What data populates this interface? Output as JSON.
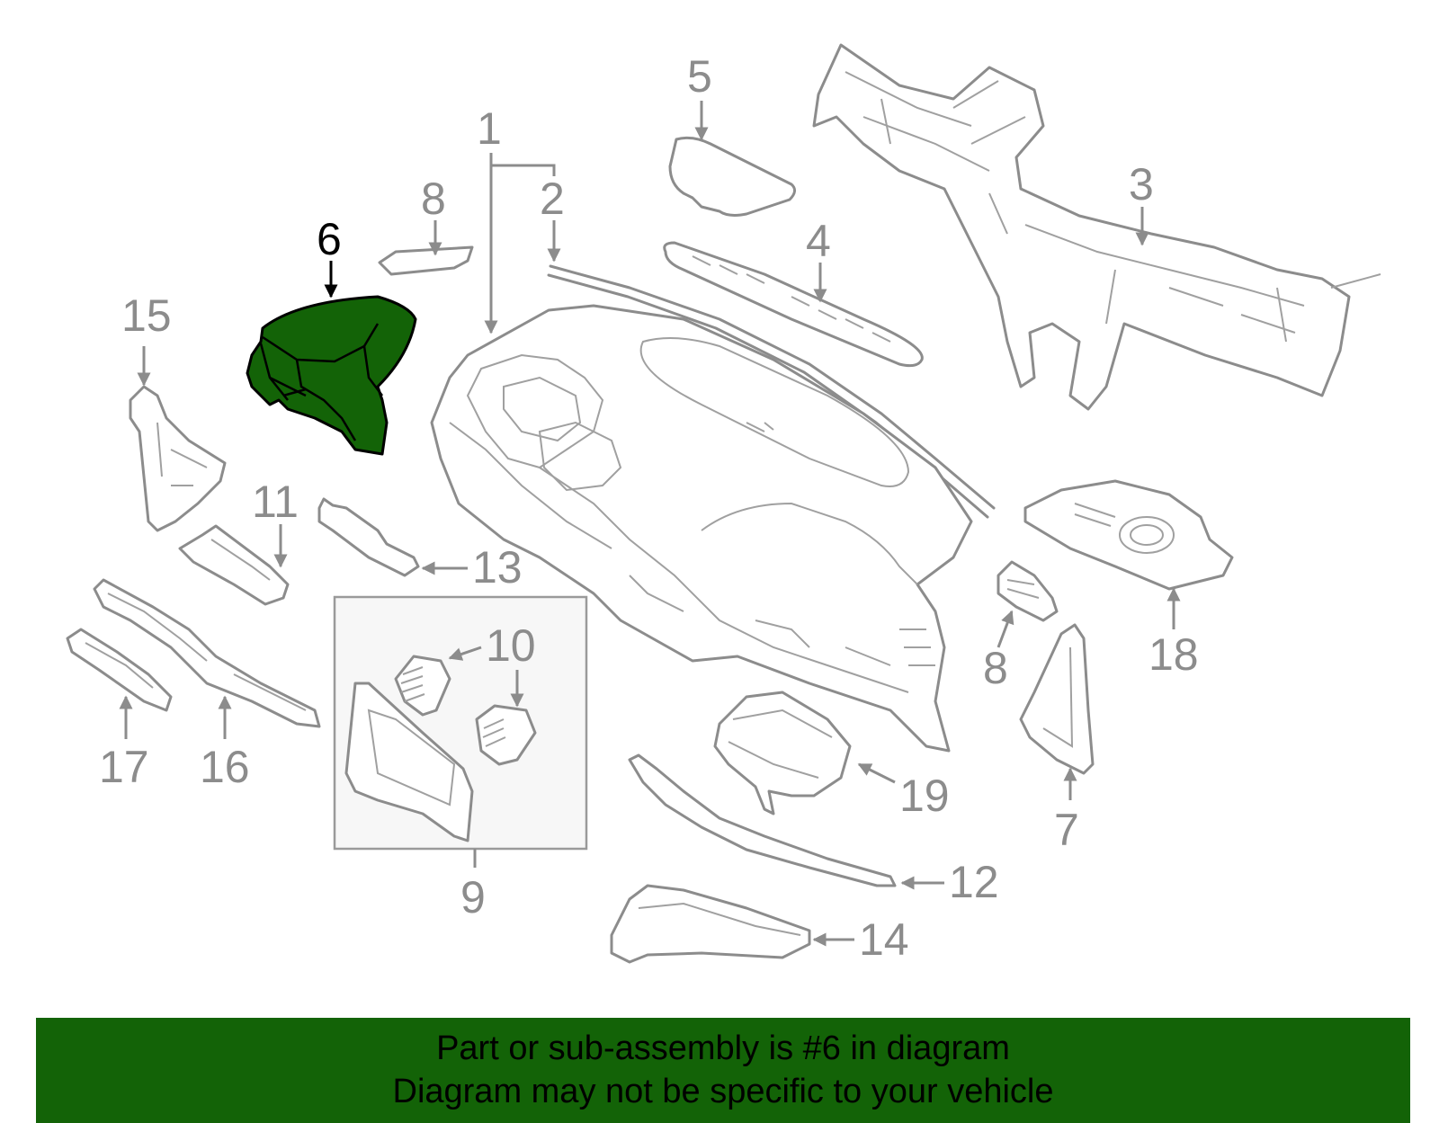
{
  "colors": {
    "highlight": "#136307",
    "banner_bg": "#136307",
    "line_gray": "#8c8c8c"
  },
  "highlighted_part": "6",
  "callouts": [
    {
      "id": "1",
      "label": "1"
    },
    {
      "id": "2",
      "label": "2"
    },
    {
      "id": "3",
      "label": "3"
    },
    {
      "id": "4",
      "label": "4"
    },
    {
      "id": "5",
      "label": "5"
    },
    {
      "id": "6",
      "label": "6"
    },
    {
      "id": "7",
      "label": "7"
    },
    {
      "id": "8a",
      "label": "8"
    },
    {
      "id": "8b",
      "label": "8"
    },
    {
      "id": "9",
      "label": "9"
    },
    {
      "id": "10",
      "label": "10"
    },
    {
      "id": "11",
      "label": "11"
    },
    {
      "id": "12",
      "label": "12"
    },
    {
      "id": "13",
      "label": "13"
    },
    {
      "id": "14",
      "label": "14"
    },
    {
      "id": "15",
      "label": "15"
    },
    {
      "id": "16",
      "label": "16"
    },
    {
      "id": "17",
      "label": "17"
    },
    {
      "id": "18",
      "label": "18"
    },
    {
      "id": "19",
      "label": "19"
    }
  ],
  "banner": {
    "line1": "Part or sub-assembly is #6 in diagram",
    "line2": "Diagram may not be specific to your vehicle"
  }
}
